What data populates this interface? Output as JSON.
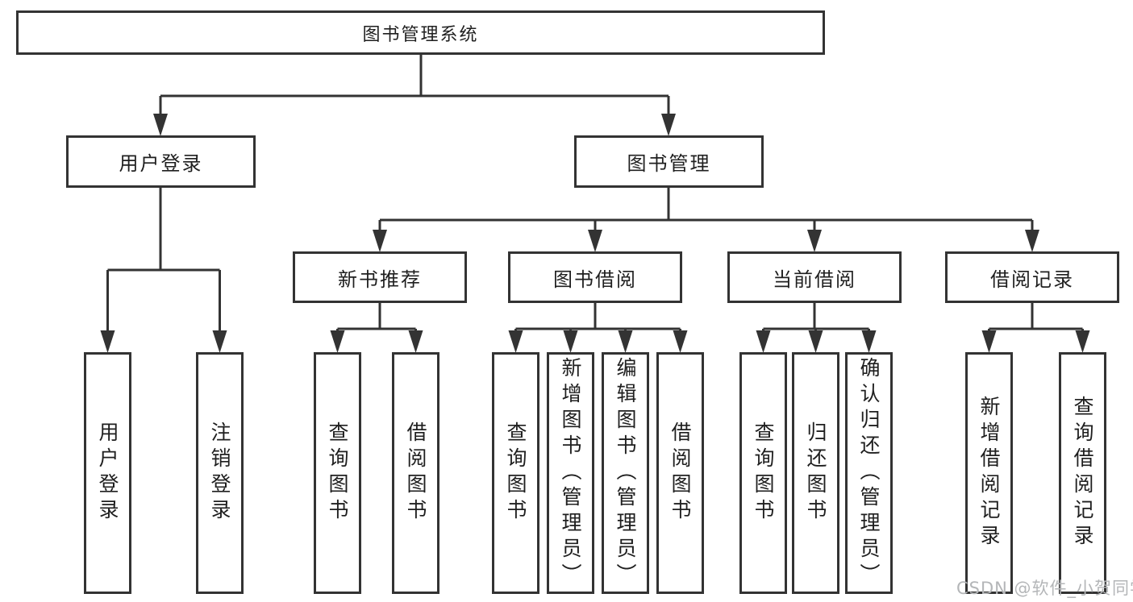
{
  "tree": {
    "label": "图书管理系统",
    "children": [
      {
        "label": "用户登录",
        "children": [
          {
            "label": "用户登录"
          },
          {
            "label": "注销登录"
          }
        ]
      },
      {
        "label": "图书管理",
        "children": [
          {
            "label": "新书推荐",
            "children": [
              {
                "label": "查询图书"
              },
              {
                "label": "借阅图书"
              }
            ]
          },
          {
            "label": "图书借阅",
            "children": [
              {
                "label": "查询图书"
              },
              {
                "label": "新增图书（管理员）"
              },
              {
                "label": "编辑图书（管理员）"
              },
              {
                "label": "借阅图书"
              }
            ]
          },
          {
            "label": "当前借阅",
            "children": [
              {
                "label": "查询图书"
              },
              {
                "label": "归还图书"
              },
              {
                "label": "确认归还（管理员）"
              }
            ]
          },
          {
            "label": "借阅记录",
            "children": [
              {
                "label": "新增借阅记录"
              },
              {
                "label": "查询借阅记录"
              }
            ]
          }
        ]
      }
    ]
  },
  "watermark": "CSDN @软件_小贺同学",
  "colors": {
    "line": "#333333",
    "text": "#1f1f1f",
    "watermark": "#b4b6b8",
    "background": "#ffffff"
  }
}
